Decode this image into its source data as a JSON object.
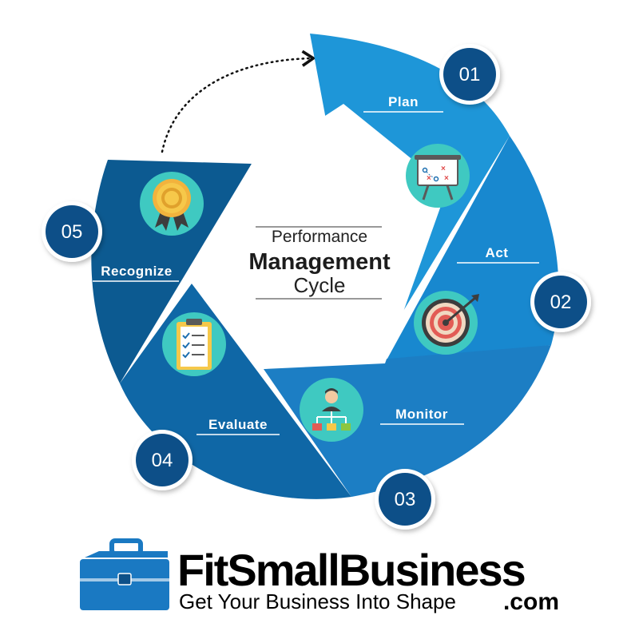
{
  "center": {
    "line1": "Performance",
    "line2": "Management",
    "line3": "Cycle"
  },
  "stages": [
    {
      "number": "01",
      "label": "Plan",
      "icon": "strategy-board-icon",
      "color": "#1e96d8"
    },
    {
      "number": "02",
      "label": "Act",
      "icon": "target-icon",
      "color": "#1888cf"
    },
    {
      "number": "03",
      "label": "Monitor",
      "icon": "org-chart-person-icon",
      "color": "#1c7ec4"
    },
    {
      "number": "04",
      "label": "Evaluate",
      "icon": "checklist-icon",
      "color": "#0f67a6"
    },
    {
      "number": "05",
      "label": "Recognize",
      "icon": "award-medal-icon",
      "color": "#0c5a91"
    }
  ],
  "brand": {
    "name": "FitSmallBusiness",
    "tagline": "Get Your Business Into Shape",
    "domain_suffix": ".com",
    "icon": "briefcase-icon",
    "color": "#1a79c2"
  },
  "colors": {
    "number_circle": "#0d5088",
    "icon_circle": "#3cc8c0"
  }
}
